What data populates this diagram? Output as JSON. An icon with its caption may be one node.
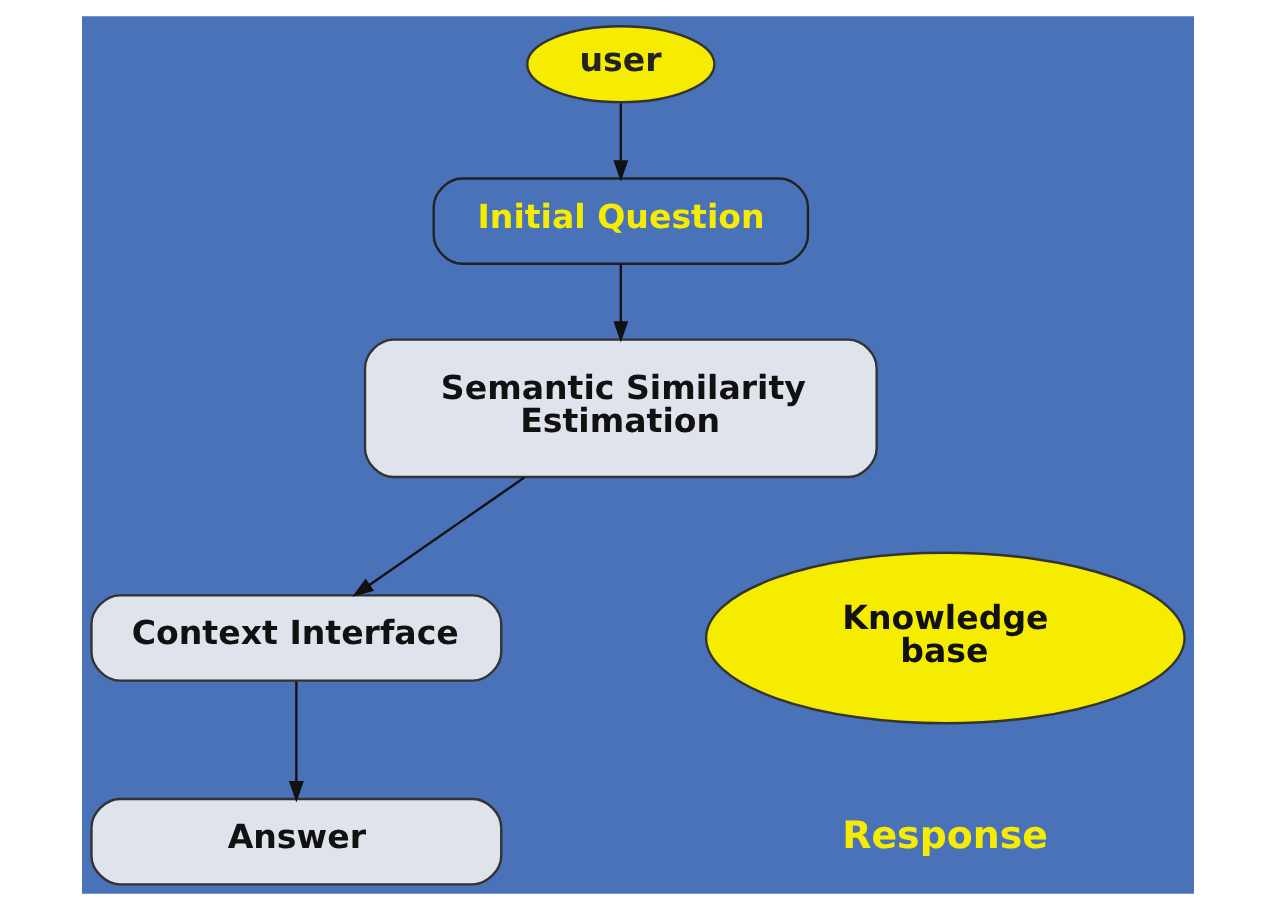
{
  "diagram": {
    "nodes": [
      {
        "text": [
          "user"
        ]
      },
      {
        "text": [
          "Initial Question"
        ]
      },
      {
        "text": [
          "Semantic Similarity Estimation"
        ]
      },
      {
        "text": [
          "Context Interface"
        ]
      },
      {
        "text": [
          "Answer"
        ]
      },
      {
        "text": [
          "Knowledge base"
        ]
      }
    ],
    "edges": [
      {
        "from": 0,
        "to": 1,
        "arrow": "to"
      },
      {
        "from": 1,
        "to": 2,
        "arrow": "to"
      },
      {
        "from": 2,
        "to": 3,
        "arrow": "to"
      },
      {
        "from": 3,
        "to": 4,
        "arrow": "to"
      }
    ],
    "labels": [
      "Response"
    ]
  }
}
